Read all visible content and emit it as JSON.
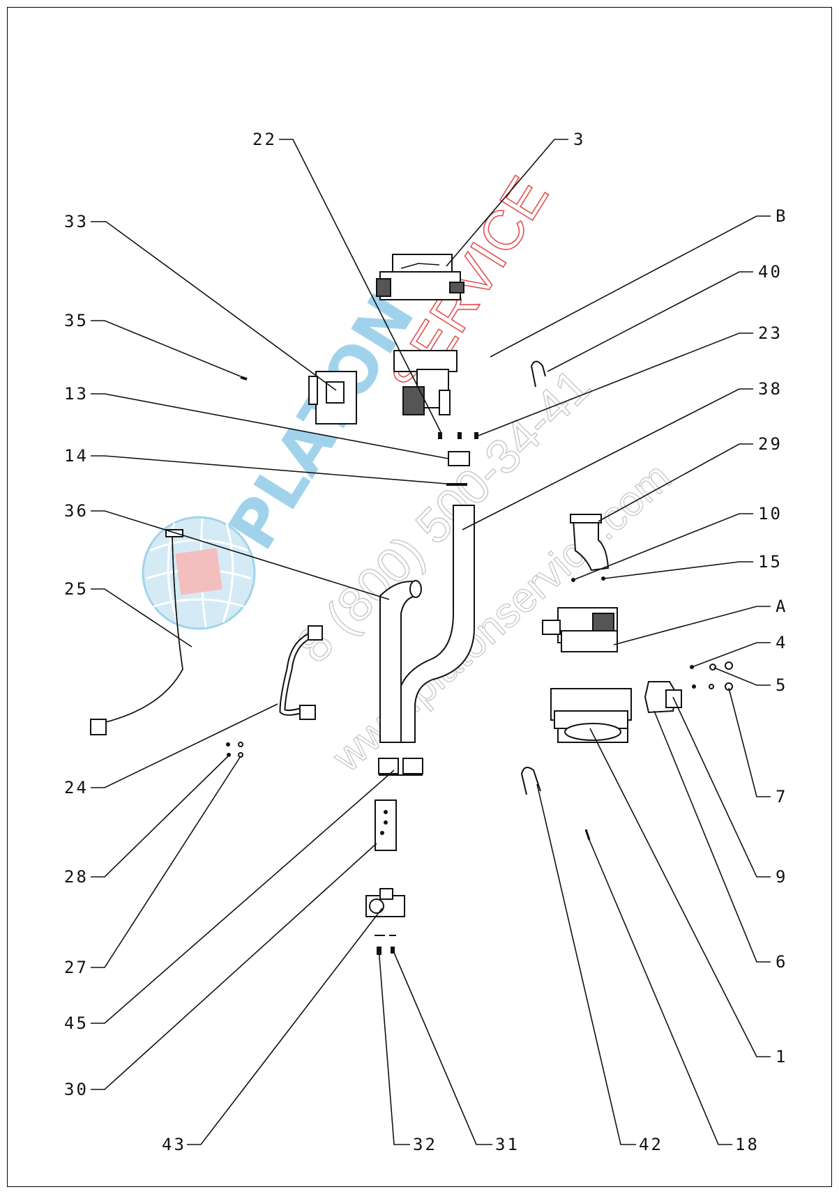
{
  "watermark": {
    "brand_main": "PLATON",
    "brand_sub": "SERVICE",
    "phone": "8 (800) 500-34-41",
    "website": "www.platonservice.com",
    "colors": {
      "blue": "#8fcbe8",
      "red": "#e03030",
      "gray": "#bdbdbd"
    }
  },
  "callouts": [
    {
      "id": "22",
      "label": "22"
    },
    {
      "id": "3",
      "label": "3"
    },
    {
      "id": "33",
      "label": "33"
    },
    {
      "id": "B",
      "label": "B"
    },
    {
      "id": "40",
      "label": "40"
    },
    {
      "id": "35",
      "label": "35"
    },
    {
      "id": "23",
      "label": "23"
    },
    {
      "id": "13",
      "label": "13"
    },
    {
      "id": "38",
      "label": "38"
    },
    {
      "id": "14",
      "label": "14"
    },
    {
      "id": "29",
      "label": "29"
    },
    {
      "id": "36",
      "label": "36"
    },
    {
      "id": "10",
      "label": "10"
    },
    {
      "id": "15",
      "label": "15"
    },
    {
      "id": "25",
      "label": "25"
    },
    {
      "id": "A",
      "label": "A"
    },
    {
      "id": "4",
      "label": "4"
    },
    {
      "id": "5",
      "label": "5"
    },
    {
      "id": "24",
      "label": "24"
    },
    {
      "id": "7",
      "label": "7"
    },
    {
      "id": "28",
      "label": "28"
    },
    {
      "id": "9",
      "label": "9"
    },
    {
      "id": "27",
      "label": "27"
    },
    {
      "id": "6",
      "label": "6"
    },
    {
      "id": "45",
      "label": "45"
    },
    {
      "id": "1",
      "label": "1"
    },
    {
      "id": "30",
      "label": "30"
    },
    {
      "id": "43",
      "label": "43"
    },
    {
      "id": "32",
      "label": "32"
    },
    {
      "id": "31",
      "label": "31"
    },
    {
      "id": "42",
      "label": "42"
    },
    {
      "id": "18",
      "label": "18"
    }
  ]
}
